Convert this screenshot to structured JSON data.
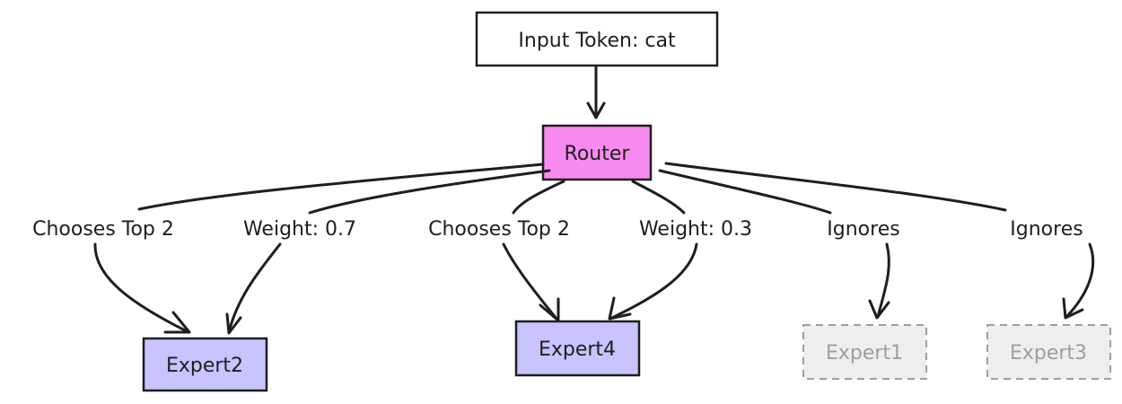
{
  "input_node": {
    "label": "Input Token: cat"
  },
  "router": {
    "label": "Router",
    "fill": "#f88bf0"
  },
  "experts": {
    "expert2": {
      "label": "Expert2",
      "fill": "#c7c4ff",
      "state": "selected"
    },
    "expert4": {
      "label": "Expert4",
      "fill": "#c7c4ff",
      "state": "selected"
    },
    "expert1": {
      "label": "Expert1",
      "fill": "#eeeeee",
      "state": "ignored"
    },
    "expert3": {
      "label": "Expert3",
      "fill": "#eeeeee",
      "state": "ignored"
    }
  },
  "edge_labels": {
    "chooses_1": "Chooses Top 2",
    "weight_1": "Weight: 0.7",
    "chooses_2": "Chooses Top 2",
    "weight_2": "Weight: 0.3",
    "ignores_1": "Ignores",
    "ignores_2": "Ignores"
  }
}
